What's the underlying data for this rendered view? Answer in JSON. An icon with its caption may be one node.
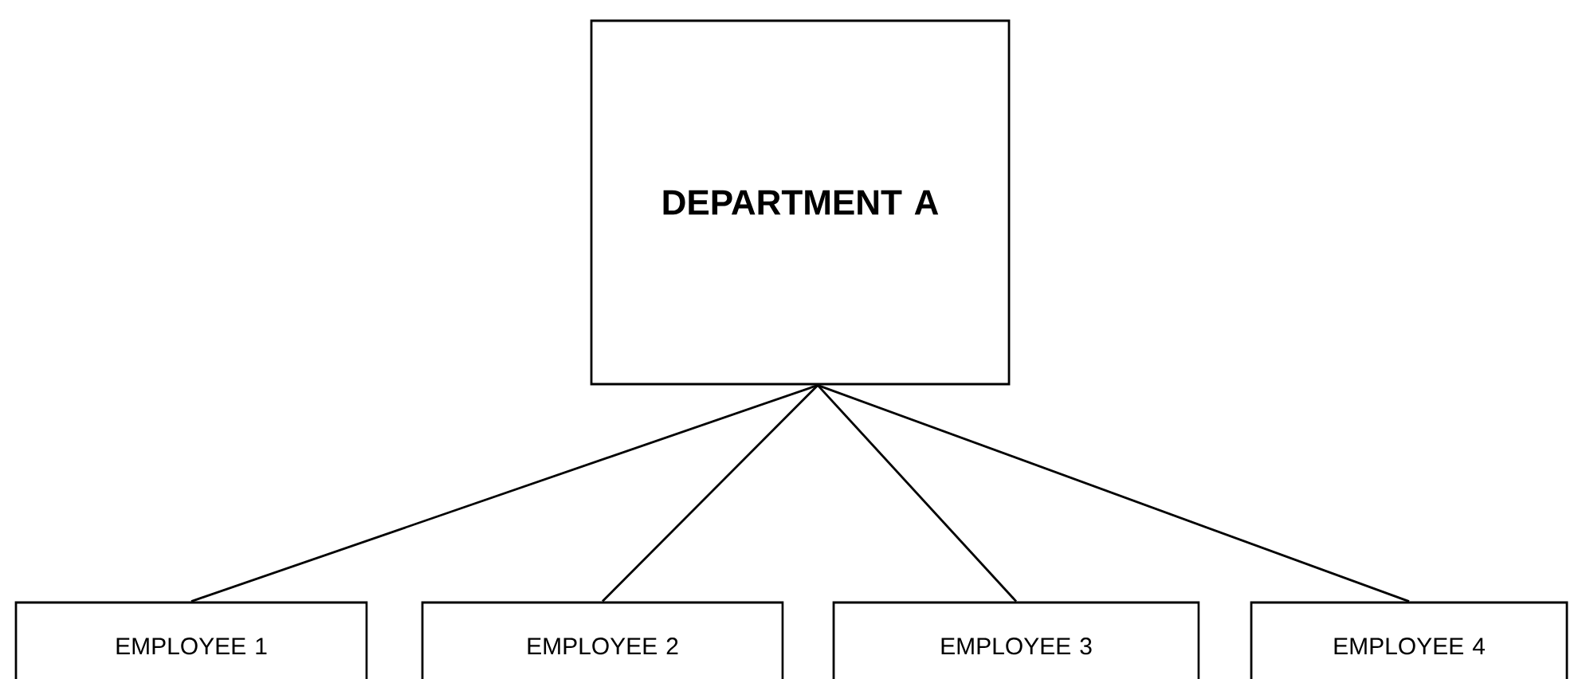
{
  "diagram": {
    "nodes": [
      {
        "text": [
          "DEPARTMENT A"
        ]
      },
      {
        "text": [
          "EMPLOYEE 1"
        ]
      },
      {
        "text": [
          "EMPLOYEE 2"
        ]
      },
      {
        "text": [
          "EMPLOYEE 3"
        ]
      },
      {
        "text": [
          "EMPLOYEE 4"
        ]
      }
    ],
    "edges": [
      {
        "from": 0,
        "to": 1,
        "arrow": "none"
      },
      {
        "from": 0,
        "to": 2,
        "arrow": "none"
      },
      {
        "from": 0,
        "to": 3,
        "arrow": "none"
      },
      {
        "from": 0,
        "to": 4,
        "arrow": "none"
      }
    ]
  }
}
